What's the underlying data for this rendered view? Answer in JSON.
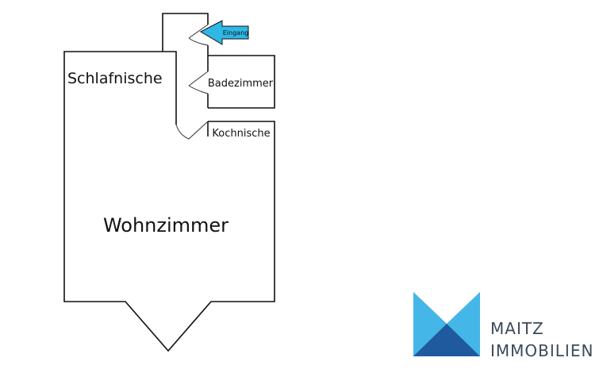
{
  "floorplan": {
    "rooms": {
      "schlafnische": "Schlafnische",
      "badezimmer": "Badezimmer",
      "kochnische": "Kochnische",
      "wohnzimmer": "Wohnzimmer"
    },
    "entrance": {
      "label": "Eingang",
      "arrow_color": "#2fb8e6"
    }
  },
  "logo": {
    "line1": "MAITZ",
    "line2": "IMMOBILIEN",
    "colors": {
      "dark": "#1f5a9e",
      "mid": "#2a8fd0",
      "light": "#45b6e8",
      "text": "#3b4a5a"
    },
    "icon": "maitz-m-logo-icon"
  }
}
